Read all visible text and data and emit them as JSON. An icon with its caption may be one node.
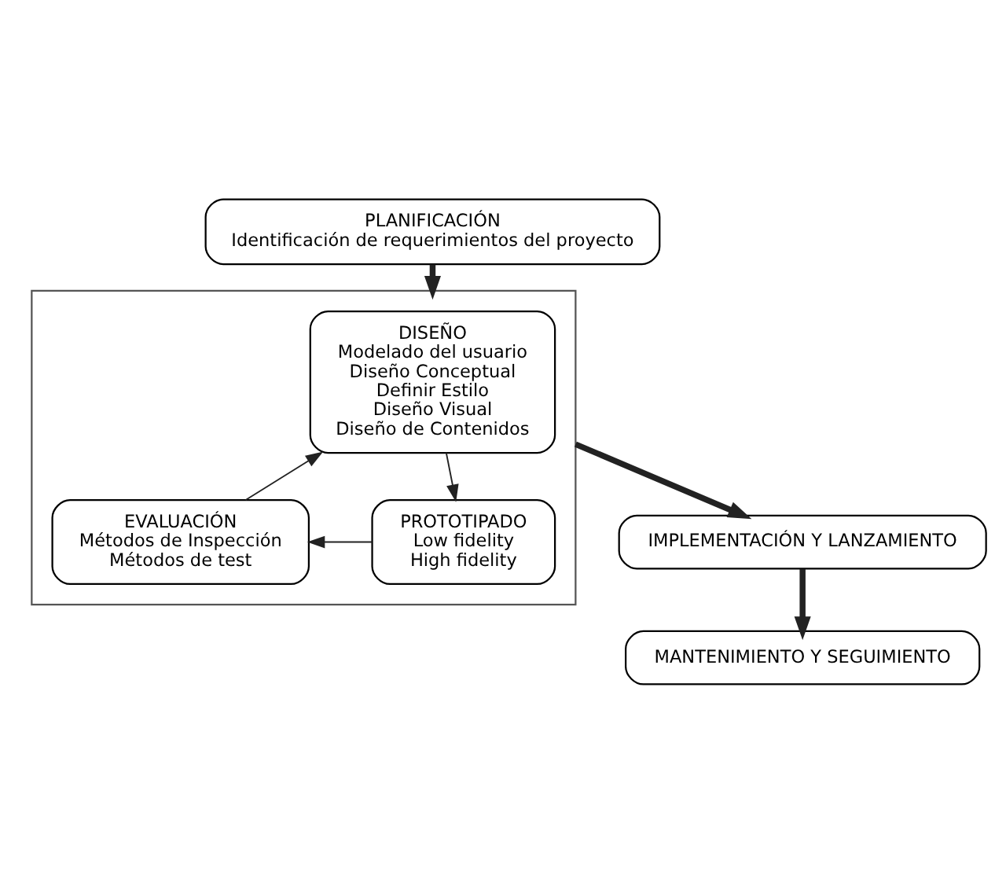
{
  "diagram": {
    "nodes": [
      {
        "text": [
          "PLANIFICACIÓN",
          "Identificación de requerimientos del proyecto"
        ]
      },
      {
        "text": [],
        "shape": "box"
      },
      {
        "text": [
          "DISEÑO",
          "Modelado del usuario",
          "Diseño Conceptual",
          "Definir Estilo",
          "Diseño Visual",
          "Diseño de Contenidos"
        ],
        "in": 1
      },
      {
        "text": [
          "EVALUACIÓN",
          "Métodos de Inspección",
          "Métodos de test"
        ],
        "in": 1
      },
      {
        "text": [
          "PROTOTIPADO",
          "Low fidelity",
          "High fidelity"
        ],
        "in": 1
      },
      {
        "text": [
          "IMPLEMENTACIÓN Y LANZAMIENTO"
        ]
      },
      {
        "text": [
          "MANTENIMIENTO Y SEGUIMIENTO"
        ]
      }
    ],
    "edges": [
      {
        "from": 0,
        "to": 1,
        "arrow": "to",
        "style": "thick"
      },
      {
        "from": 2,
        "to": 4,
        "arrow": "to"
      },
      {
        "from": 4,
        "to": 3,
        "arrow": "to"
      },
      {
        "from": 3,
        "to": 2,
        "arrow": "to"
      },
      {
        "from": 1,
        "to": 5,
        "arrow": "to",
        "style": "thick"
      },
      {
        "from": 5,
        "to": 6,
        "arrow": "to",
        "style": "thick"
      }
    ]
  }
}
